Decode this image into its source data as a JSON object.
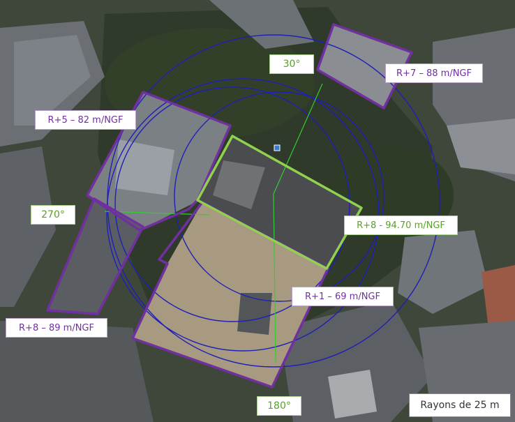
{
  "labels": {
    "north_angle": "30°",
    "west_angle": "270°",
    "south_angle": "180°",
    "building_ne": "R+7 – 88 m/NGF",
    "building_nw": "R+5 – 82 m/NGF",
    "building_center": "R+8 - 94.70 m/NGF",
    "building_se": "R+1 – 69 m/NGF",
    "building_sw": "R+8 – 89 m/NGF",
    "radius_caption": "Rayons de 25 m"
  },
  "colors": {
    "outline_purple": "#7030a0",
    "outline_green": "#92d050",
    "circles_blue": "#1f1fb8",
    "axis_green": "#33cc33"
  }
}
